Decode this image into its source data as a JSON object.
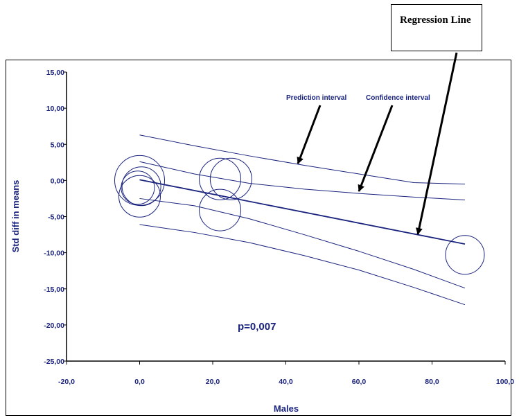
{
  "callout": {
    "label": "Regression Line"
  },
  "chart_data": {
    "type": "scatter",
    "title": "",
    "xlabel": "Males",
    "ylabel": "Std diff in means",
    "xlim": [
      -20,
      100
    ],
    "ylim": [
      -25,
      15
    ],
    "xticks": [
      -20,
      0,
      20,
      40,
      60,
      80,
      100
    ],
    "xtick_labels": [
      "-20,0",
      "0,0",
      "20,0",
      "40,0",
      "60,0",
      "80,0",
      "100,0"
    ],
    "yticks": [
      15,
      10,
      5,
      0,
      -5,
      -10,
      -15,
      -20,
      -25
    ],
    "ytick_labels": [
      "15,00",
      "10,00",
      "5,00",
      "0,00",
      "-5,00",
      "-10,00",
      "-15,00",
      "-20,00",
      "-25,00"
    ],
    "grid": false,
    "points": [
      {
        "x": 0,
        "y": 0,
        "r": 36
      },
      {
        "x": 0.5,
        "y": -0.8,
        "r": 28
      },
      {
        "x": 0,
        "y": -2.2,
        "r": 30
      },
      {
        "x": -0.5,
        "y": -1.0,
        "r": 24
      },
      {
        "x": 22,
        "y": 0.2,
        "r": 30
      },
      {
        "x": 25,
        "y": 0.2,
        "r": 30
      },
      {
        "x": 22,
        "y": -4.1,
        "r": 30
      },
      {
        "x": 89,
        "y": -10.3,
        "r": 28
      }
    ],
    "regression_line": {
      "x": [
        0,
        89
      ],
      "y": [
        0.1,
        -8.8
      ]
    },
    "confidence_interval": {
      "upper": {
        "x": [
          0,
          15,
          30,
          45,
          60,
          75,
          89
        ],
        "y": [
          2.6,
          0.9,
          -0.4,
          -1.2,
          -1.8,
          -2.3,
          -2.7
        ]
      },
      "lower": {
        "x": [
          0,
          15,
          30,
          45,
          60,
          75,
          89
        ],
        "y": [
          -2.5,
          -3.5,
          -5.3,
          -7.5,
          -9.8,
          -12.3,
          -14.9
        ]
      }
    },
    "prediction_interval": {
      "upper": {
        "x": [
          0,
          15,
          30,
          45,
          60,
          75,
          89
        ],
        "y": [
          6.3,
          4.8,
          3.4,
          2.1,
          0.9,
          -0.3,
          -0.5
        ]
      },
      "lower": {
        "x": [
          0,
          15,
          30,
          45,
          60,
          75,
          89
        ],
        "y": [
          -6.1,
          -7.2,
          -8.6,
          -10.4,
          -12.4,
          -14.8,
          -17.2
        ]
      }
    },
    "annotations": {
      "prediction_label": "Prediction interval",
      "confidence_label": "Confidence interval",
      "p_value": "p=0,007"
    },
    "colors": {
      "series": "#1a237e",
      "arrow": "#000000"
    }
  }
}
